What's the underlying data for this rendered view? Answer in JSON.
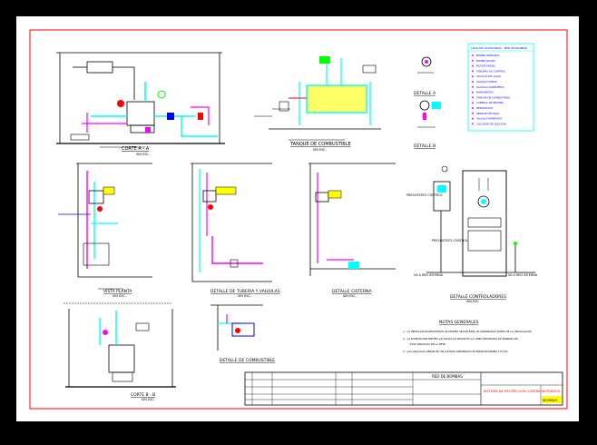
{
  "colors": {
    "background": "#000000",
    "sheet": "#ffffff",
    "frame": "#ff0000",
    "pipe_cyan": "#00ffff",
    "pipe_magenta": "#ff00ff",
    "line_white": "#ffffff",
    "accent_yellow": "#ffff00",
    "accent_green": "#00ff00",
    "accent_blue": "#0000ff",
    "legend_border": "#00ffff",
    "title_label": "#ffff00"
  },
  "views": {
    "corte_aa": {
      "title": "CORTE A - A",
      "scale": "SIN ESC."
    },
    "tanque": {
      "title": "TANQUE DE COMBUSTIBLE",
      "scale": "SIN ESC."
    },
    "detalle_a": {
      "title": "DETALLE A",
      "scale": ""
    },
    "detalle_b": {
      "title": "DETALLE B",
      "scale": ""
    },
    "vista_planta": {
      "title": "VISTA PLANTA",
      "scale": "SIN ESC."
    },
    "detalle_tuberia": {
      "title": "DETALLE DE TUBERIA Y VALVULAS",
      "scale": "SIN ESC."
    },
    "detalle_cisterna": {
      "title": "DETALLE CISTERNA",
      "scale": "SIN ESC."
    },
    "detalle_control": {
      "title": "DETALLE CONTROLADORES",
      "scale": "SIN ESC."
    },
    "corte_bb": {
      "title": "CORTE B - B",
      "scale": "SIN ESC."
    },
    "detalle_combustible": {
      "title": "DETALLE DE COMBUSTIBLE",
      "scale": "SIN ESC."
    }
  },
  "labels": {
    "presostat_control": "PRESOSTATO CONTROL",
    "presostat_control2": "PRESOSTATO CONTROL",
    "a_red": "VA A RED INTERNA",
    "a_red2": "VA A RED INTERNA",
    "notas_title": "NOTAS GENERALES",
    "nota_1": "1.- LA INSTALACION PROPUESTA SE DISEÑO SEGUN NFPA 20 APROBADAS ANTES DE LA INSTALACION",
    "nota_2": "2.- LA DISPOSICION ENTRE LAS VALVULAS SEGUN ES LA LINEA MOSTRADA DE MANERA NO",
    "nota_2b": "ESTA INDICADO EN LA NFPA",
    "nota_3": "3.- LAS VALVULAS SERAN DE UN LISTADO APROBADO DE PRESION MINIMA 175 PSI"
  },
  "legend": {
    "title": "LISTA DE ACCESORIOS - RED DE BOMBAS",
    "items": [
      "BOMBA PRINCIPAL",
      "BOMBA JOCKEY",
      "MOTOR DIESEL",
      "TABLERO DE CONTROL",
      "VALVULA DE ALIVIO",
      "VALVULA CHECK",
      "VALVULA COMPUERTA",
      "MANOMETRO",
      "TANQUE DE COMBUSTIBLE",
      "CABEZAL DE PRUEBA",
      "PRESOSTATO",
      "SENSOR DE FLUJO",
      "VALVULA MARIPOSA",
      "COLADOR DE SUCCION"
    ]
  },
  "title_block": {
    "project": "RED DE BOMBAS",
    "description": "SISTEMA DE PROTECCION CONTRA INCENDIOS",
    "sheet_code": "IBOMBAS"
  }
}
